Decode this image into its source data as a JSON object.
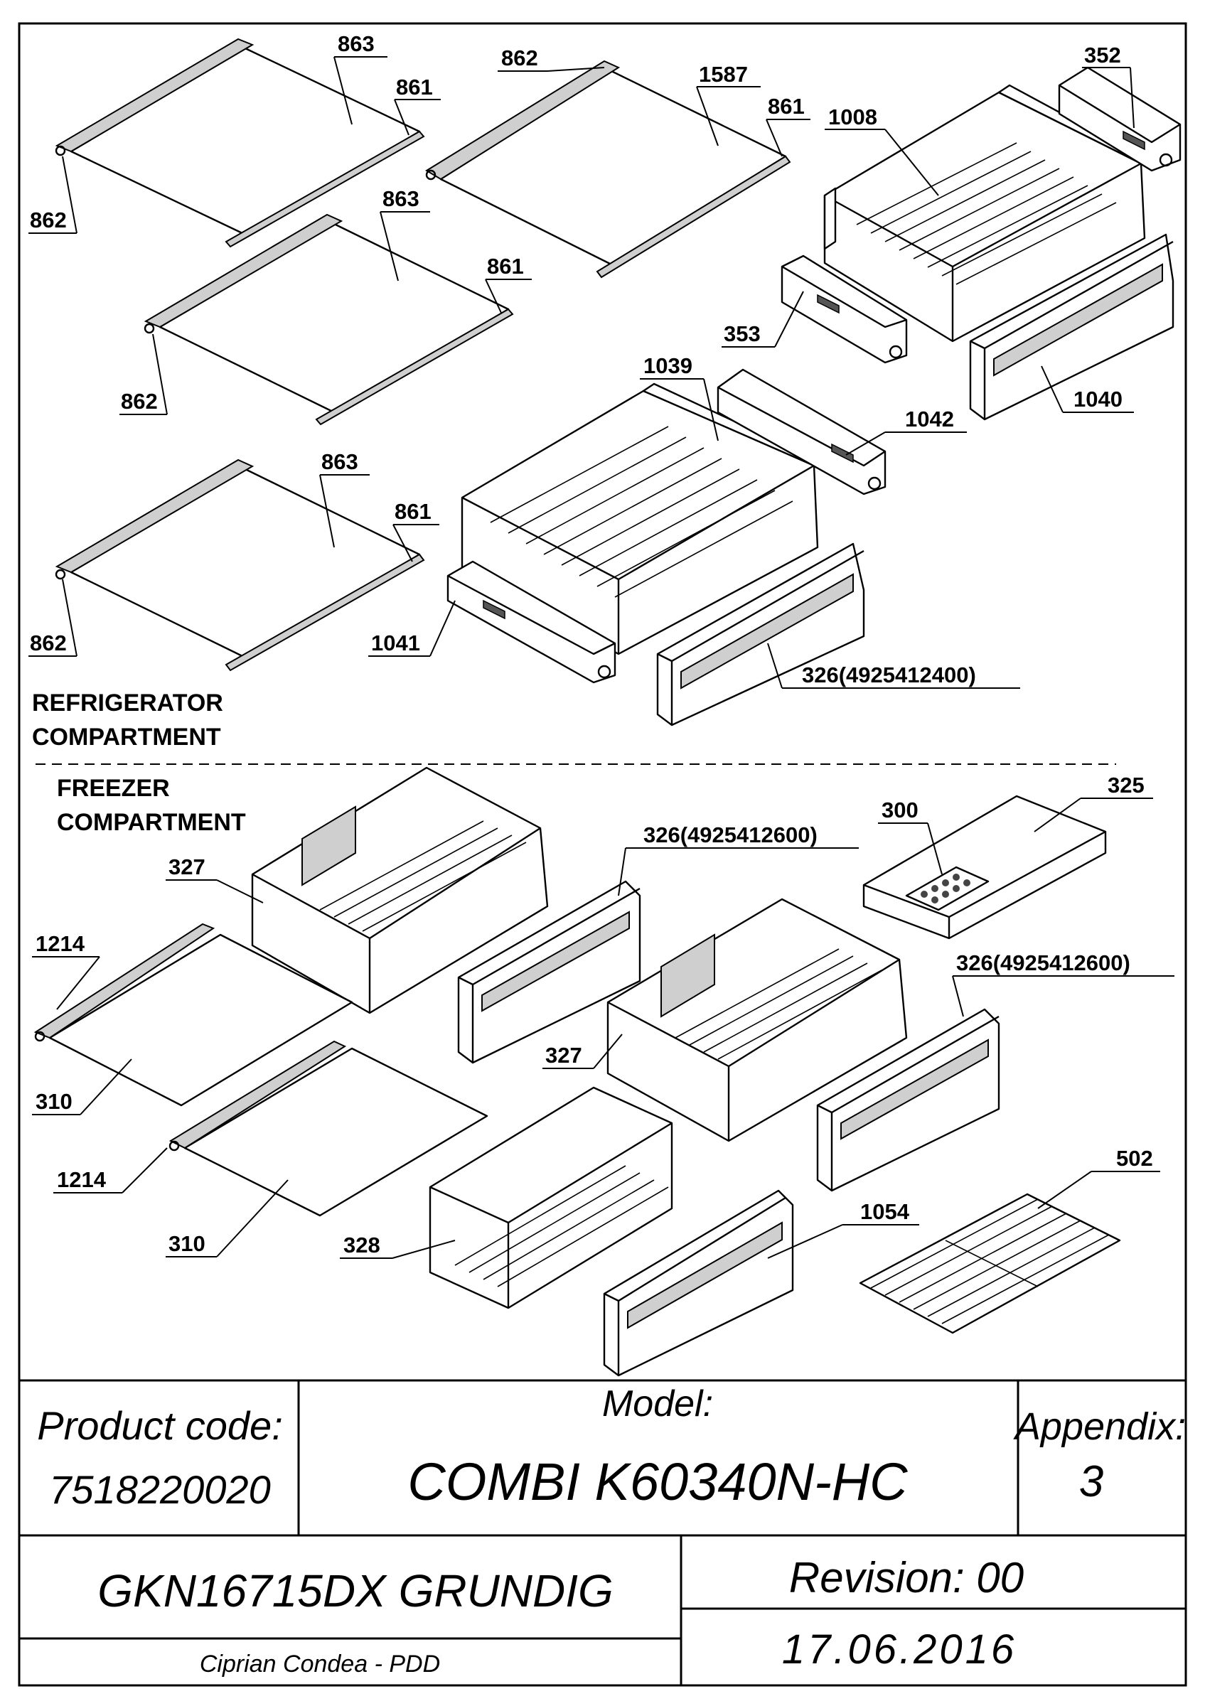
{
  "sections": {
    "refrigerator": [
      "REFRIGERATOR",
      "COMPARTMENT"
    ],
    "freezer": [
      "FREEZER",
      "COMPARTMENT"
    ]
  },
  "labels": {
    "p863a": "863",
    "p861a": "861",
    "p862a": "862",
    "p862b": "862",
    "p1587": "1587",
    "p861b": "861",
    "p352": "352",
    "p1008": "1008",
    "p863b": "863",
    "p861c": "861",
    "p862c": "862",
    "p353": "353",
    "p1040": "1040",
    "p1039": "1039",
    "p1042": "1042",
    "p863c": "863",
    "p861d": "861",
    "p862d": "862",
    "p1041": "1041",
    "p326a": "326(4925412400)",
    "p325": "325",
    "p300": "300",
    "p326b": "326(4925412600)",
    "p327a": "327",
    "p1214a": "1214",
    "p326c": "326(4925412600)",
    "p310a": "310",
    "p327b": "327",
    "p1214b": "1214",
    "p502": "502",
    "p1054": "1054",
    "p310b": "310",
    "p328": "328"
  },
  "title_block": {
    "product_code_label": "Product code:",
    "product_code": "7518220020",
    "model_label": "Model:",
    "model": "COMBI K60340N-HC",
    "appendix_label": "Appendix:",
    "appendix": "3",
    "product_name": "GKN16715DX GRUNDIG",
    "revision": "Revision: 00",
    "author": "Ciprian Condea - PDD",
    "date": "17.06.2016"
  }
}
